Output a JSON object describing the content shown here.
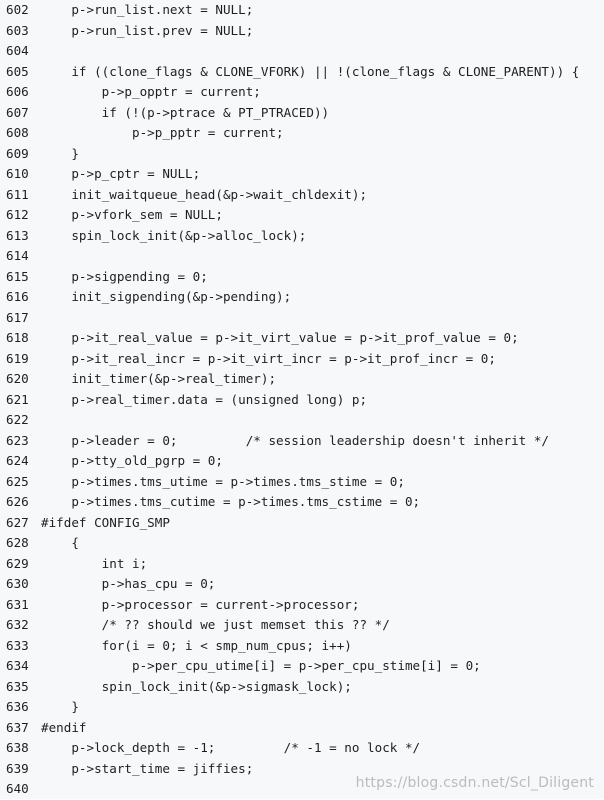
{
  "code": {
    "lines": [
      {
        "num": "602",
        "text": "    p->run_list.next = NULL;"
      },
      {
        "num": "603",
        "text": "    p->run_list.prev = NULL;"
      },
      {
        "num": "604",
        "text": ""
      },
      {
        "num": "605",
        "text": "    if ((clone_flags & CLONE_VFORK) || !(clone_flags & CLONE_PARENT)) {"
      },
      {
        "num": "606",
        "text": "        p->p_opptr = current;"
      },
      {
        "num": "607",
        "text": "        if (!(p->ptrace & PT_PTRACED))"
      },
      {
        "num": "608",
        "text": "            p->p_pptr = current;"
      },
      {
        "num": "609",
        "text": "    }"
      },
      {
        "num": "610",
        "text": "    p->p_cptr = NULL;"
      },
      {
        "num": "611",
        "text": "    init_waitqueue_head(&p->wait_chldexit);"
      },
      {
        "num": "612",
        "text": "    p->vfork_sem = NULL;"
      },
      {
        "num": "613",
        "text": "    spin_lock_init(&p->alloc_lock);"
      },
      {
        "num": "614",
        "text": ""
      },
      {
        "num": "615",
        "text": "    p->sigpending = 0;"
      },
      {
        "num": "616",
        "text": "    init_sigpending(&p->pending);"
      },
      {
        "num": "617",
        "text": ""
      },
      {
        "num": "618",
        "text": "    p->it_real_value = p->it_virt_value = p->it_prof_value = 0;"
      },
      {
        "num": "619",
        "text": "    p->it_real_incr = p->it_virt_incr = p->it_prof_incr = 0;"
      },
      {
        "num": "620",
        "text": "    init_timer(&p->real_timer);"
      },
      {
        "num": "621",
        "text": "    p->real_timer.data = (unsigned long) p;"
      },
      {
        "num": "622",
        "text": ""
      },
      {
        "num": "623",
        "text": "    p->leader = 0;         /* session leadership doesn't inherit */"
      },
      {
        "num": "624",
        "text": "    p->tty_old_pgrp = 0;"
      },
      {
        "num": "625",
        "text": "    p->times.tms_utime = p->times.tms_stime = 0;"
      },
      {
        "num": "626",
        "text": "    p->times.tms_cutime = p->times.tms_cstime = 0;"
      },
      {
        "num": "627",
        "text": "#ifdef CONFIG_SMP"
      },
      {
        "num": "628",
        "text": "    {"
      },
      {
        "num": "629",
        "text": "        int i;"
      },
      {
        "num": "630",
        "text": "        p->has_cpu = 0;"
      },
      {
        "num": "631",
        "text": "        p->processor = current->processor;"
      },
      {
        "num": "632",
        "text": "        /* ?? should we just memset this ?? */"
      },
      {
        "num": "633",
        "text": "        for(i = 0; i < smp_num_cpus; i++)"
      },
      {
        "num": "634",
        "text": "            p->per_cpu_utime[i] = p->per_cpu_stime[i] = 0;"
      },
      {
        "num": "635",
        "text": "        spin_lock_init(&p->sigmask_lock);"
      },
      {
        "num": "636",
        "text": "    }"
      },
      {
        "num": "637",
        "text": "#endif"
      },
      {
        "num": "638",
        "text": "    p->lock_depth = -1;         /* -1 = no lock */"
      },
      {
        "num": "639",
        "text": "    p->start_time = jiffies;"
      },
      {
        "num": "640",
        "text": ""
      }
    ]
  },
  "watermark": "https://blog.csdn.net/Scl_Diligent"
}
